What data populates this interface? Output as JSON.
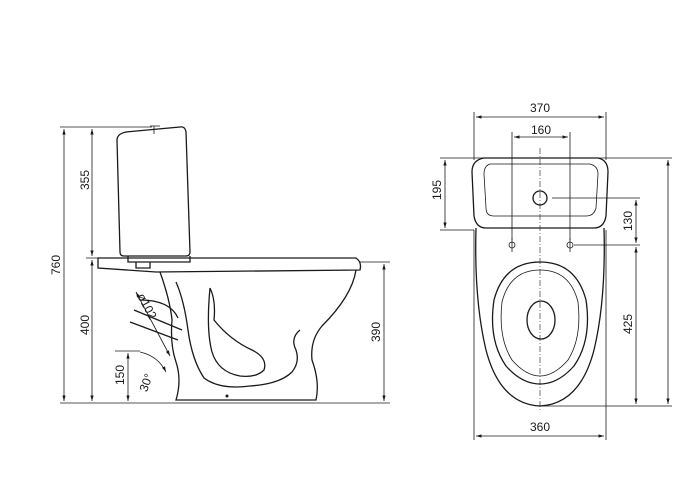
{
  "side_view": {
    "dims": {
      "total_height": "760",
      "tank_height": "355",
      "bowl_height": "400",
      "seat_height": "390",
      "outlet_height": "150",
      "outlet_diameter": "ø102",
      "outlet_angle": "30°"
    }
  },
  "top_view": {
    "dims": {
      "tank_width": "370",
      "hole_spacing": "160",
      "tank_depth": "195",
      "hinge_offset": "130",
      "bowl_length": "425",
      "bowl_width": "360"
    }
  }
}
